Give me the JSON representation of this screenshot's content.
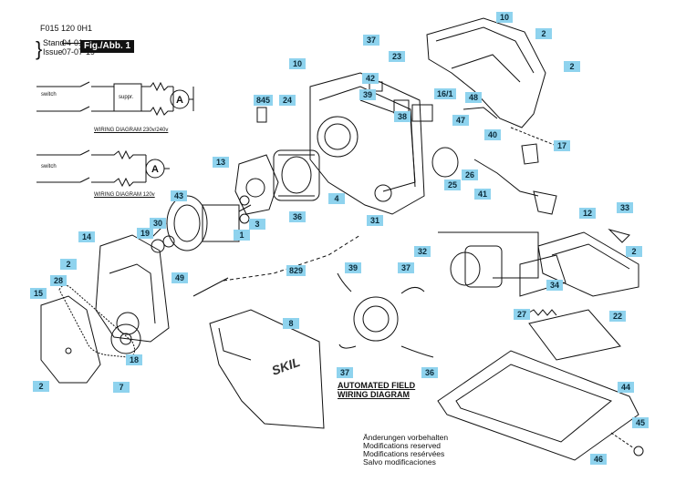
{
  "header": {
    "part_number": "F015 120 0H1",
    "stand_label": "Stand",
    "issue_label": "Issue",
    "old_date": "04-01",
    "new_date": "07-07-19",
    "fig_label": "Fig./Abb. 1"
  },
  "wiring": {
    "diagram_230_label": "WIRING DIAGRAM 230v/240v",
    "diagram_120_label": "WIRING DIAGRAM 120v",
    "switch_label": "switch",
    "suppr_label": "suppr.",
    "motor_symbol": "A"
  },
  "automated_field": {
    "title_line1": "AUTOMATED FIELD",
    "title_line2": "WIRING DIAGRAM"
  },
  "brand_text": "SKIL",
  "notice_lines": [
    "Änderungen vorbehalten",
    "Modifications reserved",
    "Modifications resérvées",
    "Salvo modificaciones"
  ],
  "callouts": [
    "10",
    "2",
    "37",
    "23",
    "2",
    "10",
    "42",
    "39",
    "16/1",
    "48",
    "845",
    "24",
    "38",
    "47",
    "40",
    "17",
    "13",
    "26",
    "4",
    "25",
    "41",
    "36",
    "31",
    "43",
    "3",
    "1",
    "33",
    "30",
    "12",
    "19",
    "14",
    "2",
    "32",
    "829",
    "39",
    "37",
    "2",
    "49",
    "28",
    "15",
    "34",
    "27",
    "22",
    "8",
    "18",
    "2",
    "7",
    "37",
    "36",
    "44",
    "45",
    "46"
  ]
}
